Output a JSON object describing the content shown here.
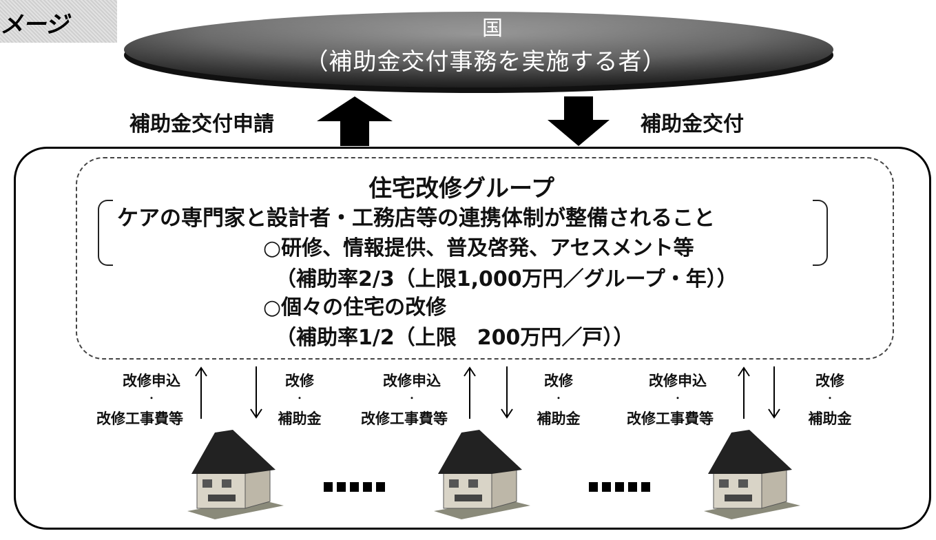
{
  "corner_tag": "メージ",
  "government": {
    "line1": "国",
    "line2": "（補助金交付事務を実施する者）"
  },
  "flows": {
    "apply": "補助金交付申請",
    "grant": "補助金交付"
  },
  "group": {
    "title": "住宅改修グループ",
    "requirement": "ケアの専門家と設計者・工務店等の連携体制が整備されること",
    "item1": "○研修、情報提供、普及啓発、アセスメント等",
    "item1_rate": "（補助率2/3（上限1,000万円／グループ・年））",
    "item2": "○個々の住宅の改修",
    "item2_rate": "（補助率1/2（上限　200万円／戸））"
  },
  "house_flows": [
    {
      "up_line1": "改修申込",
      "up_sep": "・",
      "up_line2": "改修工事費等",
      "down_line1": "改修",
      "down_sep": "・",
      "down_line2": "補助金"
    },
    {
      "up_line1": "改修申込",
      "up_sep": "・",
      "up_line2": "改修工事費等",
      "down_line1": "改修",
      "down_sep": "・",
      "down_line2": "補助金"
    },
    {
      "up_line1": "改修申込",
      "up_sep": "・",
      "up_line2": "改修工事費等",
      "down_line1": "改修",
      "down_sep": "・",
      "down_line2": "補助金"
    }
  ],
  "colors": {
    "ellipse_dark": "#3a3a3a",
    "ellipse_light": "#9a9a9a",
    "roof": "#222222",
    "wall": "#d9d4c7"
  }
}
